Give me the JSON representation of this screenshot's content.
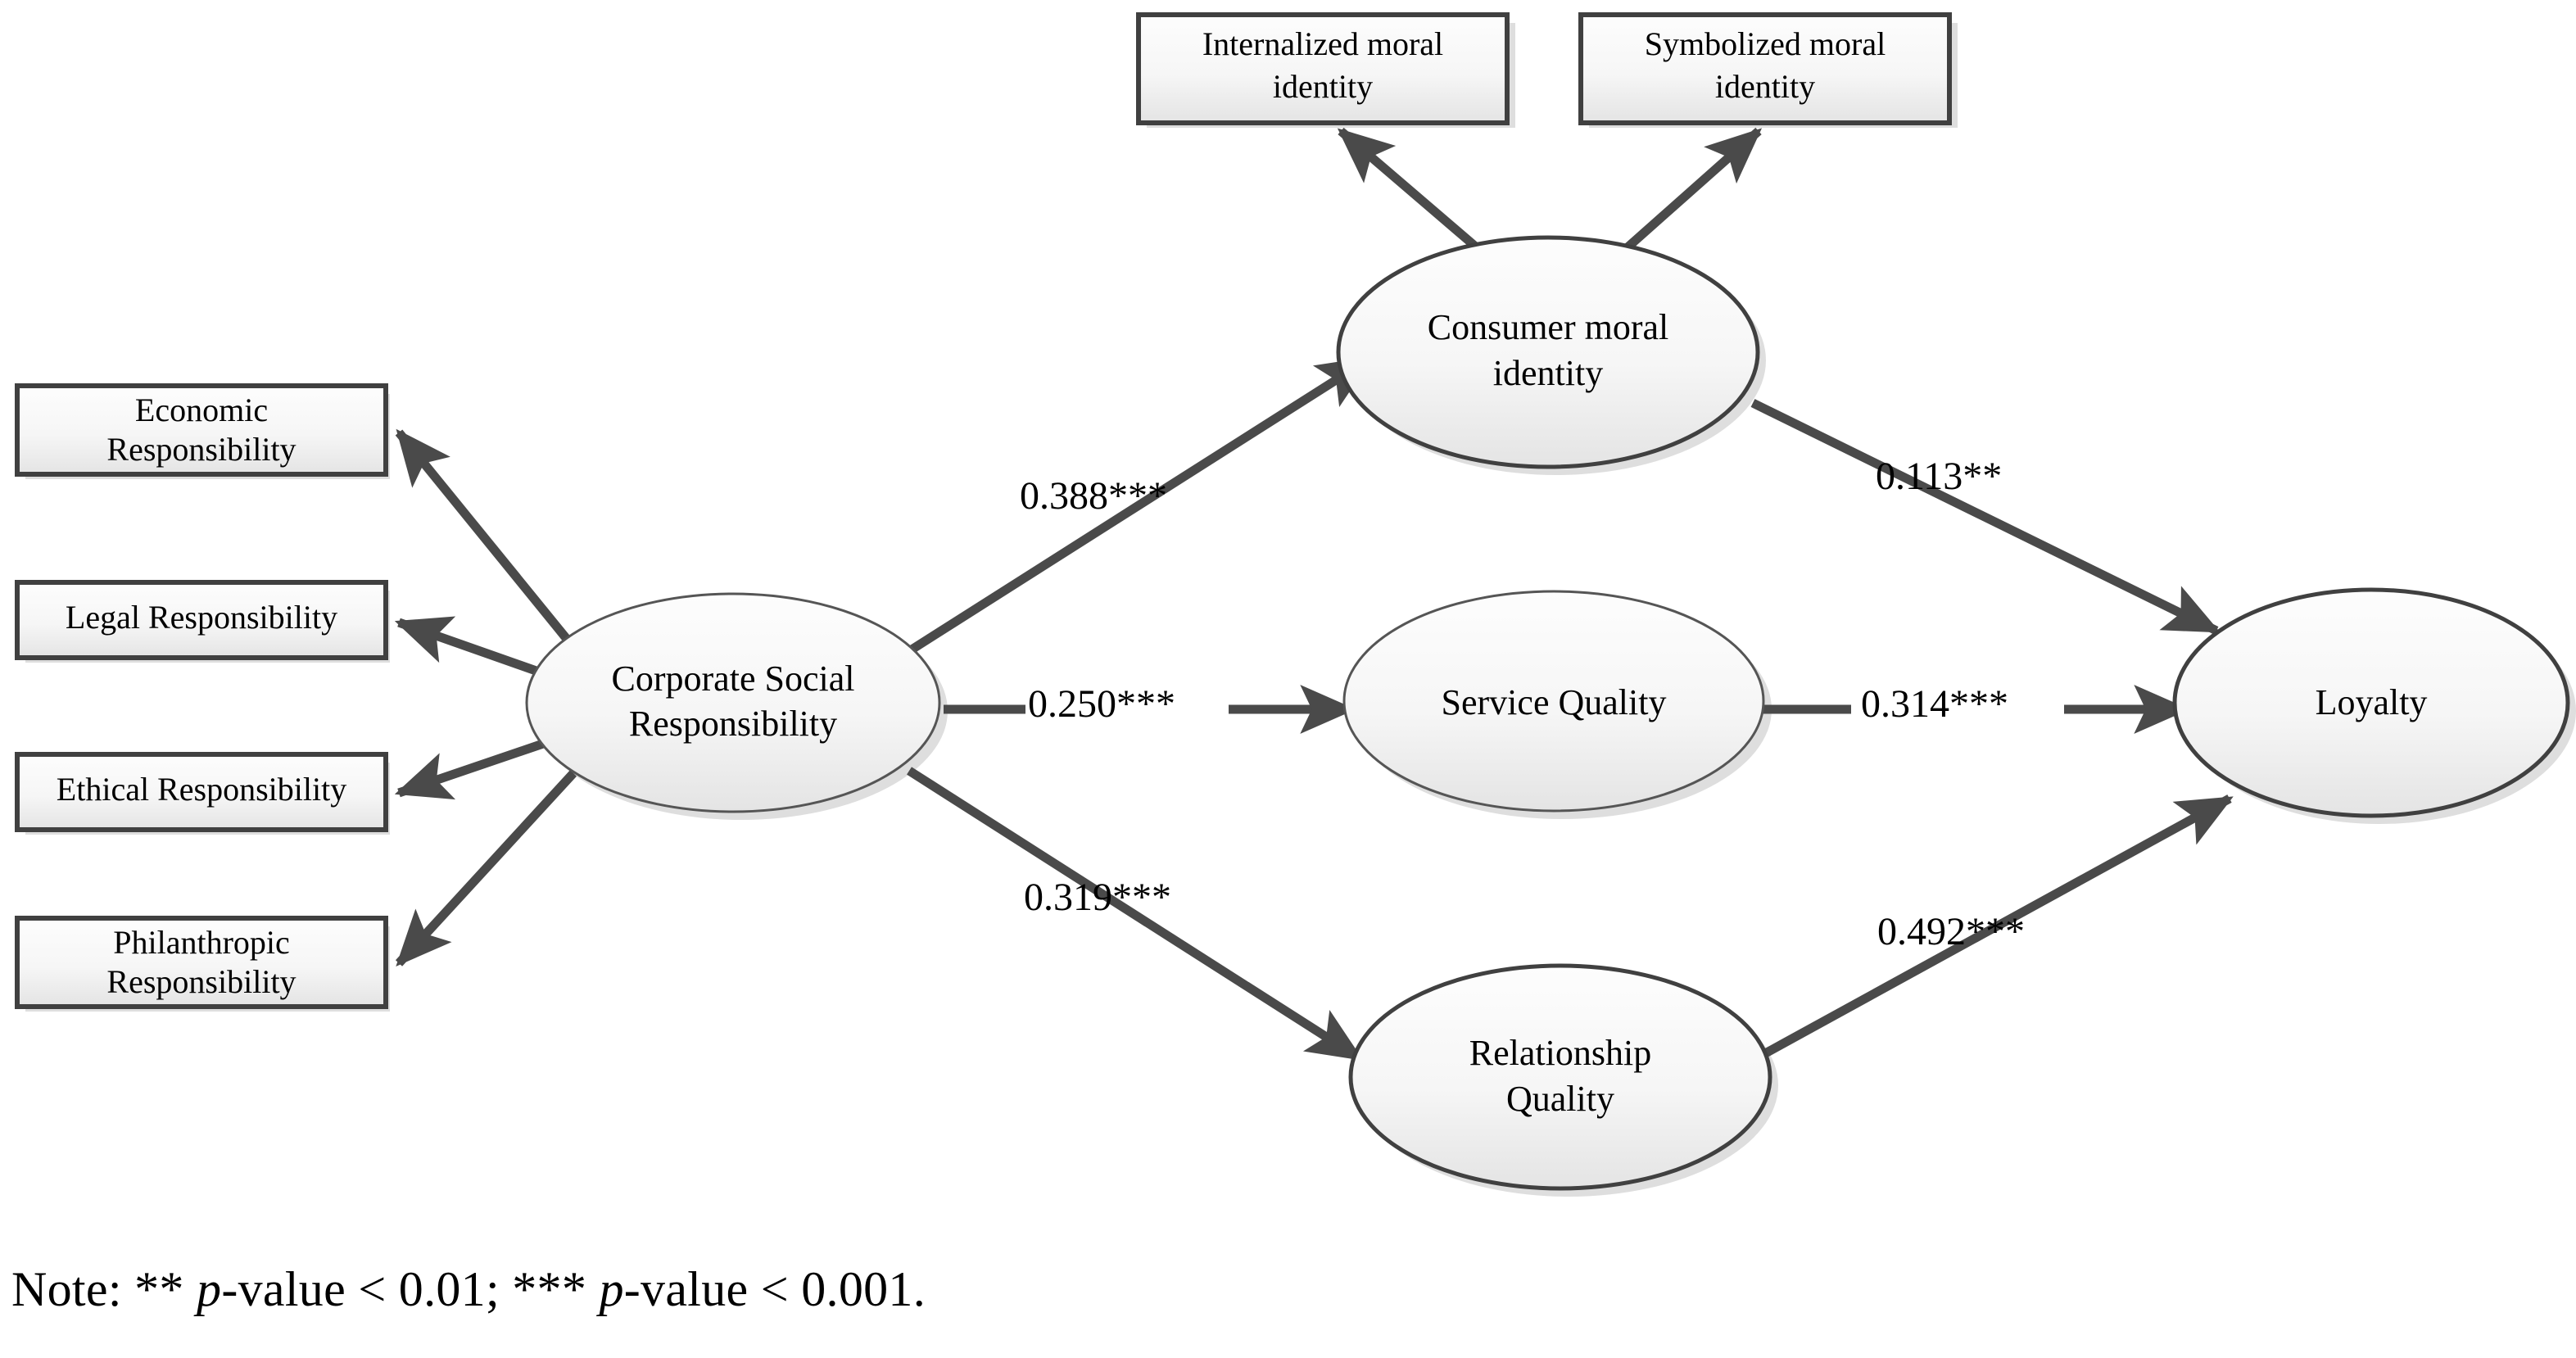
{
  "figure": {
    "type": "path-diagram",
    "domain": "structural-equation-model",
    "background": "#ffffff",
    "colors": {
      "shape_stroke": "#404040",
      "shape_fill_top": "#fcfcfc",
      "shape_fill_bottom": "#e6e6e6",
      "arrow": "#4a4a4a",
      "text": "#000000",
      "shadow": "#dcdcdc"
    }
  },
  "indicators": [
    {
      "id": "econ",
      "label_line1": "Economic",
      "label_line2": "Responsibility"
    },
    {
      "id": "legal",
      "label_line1": "Legal Responsibility",
      "label_line2": ""
    },
    {
      "id": "ethical",
      "label_line1": "Ethical Responsibility",
      "label_line2": ""
    },
    {
      "id": "philanthropic",
      "label_line1": "Philanthropic",
      "label_line2": "Responsibility"
    }
  ],
  "moral_indicators": [
    {
      "id": "internalized",
      "label_line1": "Internalized moral",
      "label_line2": "identity"
    },
    {
      "id": "symbolized",
      "label_line1": "Symbolized moral",
      "label_line2": "identity"
    }
  ],
  "constructs": [
    {
      "id": "csr",
      "label_line1": "Corporate Social",
      "label_line2": "Responsibility"
    },
    {
      "id": "cmi",
      "label_line1": "Consumer moral",
      "label_line2": "identity"
    },
    {
      "id": "sq",
      "label_line1": "Service Quality",
      "label_line2": ""
    },
    {
      "id": "rq",
      "label_line1": "Relationship",
      "label_line2": "Quality"
    },
    {
      "id": "loy",
      "label_line1": "Loyalty",
      "label_line2": ""
    }
  ],
  "paths": [
    {
      "id": "csr-cmi",
      "from": "csr",
      "to": "cmi",
      "coefficient": "0.388",
      "stars": "***",
      "label": "0.388***"
    },
    {
      "id": "csr-sq",
      "from": "csr",
      "to": "sq",
      "coefficient": "0.250",
      "stars": "***",
      "label": "0.250***"
    },
    {
      "id": "csr-rq",
      "from": "csr",
      "to": "rq",
      "coefficient": "0.319",
      "stars": "***",
      "label": "0.319***"
    },
    {
      "id": "cmi-loy",
      "from": "cmi",
      "to": "loy",
      "coefficient": "0.113",
      "stars": "**",
      "label": "0.113**"
    },
    {
      "id": "sq-loy",
      "from": "sq",
      "to": "loy",
      "coefficient": "0.314",
      "stars": "***",
      "label": "0.314***"
    },
    {
      "id": "rq-loy",
      "from": "rq",
      "to": "loy",
      "coefficient": "0.492",
      "stars": "***",
      "label": "0.492***"
    }
  ],
  "measurement_paths": [
    {
      "id": "csr-econ",
      "from": "csr",
      "to": "econ"
    },
    {
      "id": "csr-legal",
      "from": "csr",
      "to": "legal"
    },
    {
      "id": "csr-ethical",
      "from": "csr",
      "to": "ethical"
    },
    {
      "id": "csr-philanthropic",
      "from": "csr",
      "to": "philanthropic"
    },
    {
      "id": "cmi-internalized",
      "from": "cmi",
      "to": "internalized"
    },
    {
      "id": "cmi-symbolized",
      "from": "cmi",
      "to": "symbolized"
    }
  ],
  "note": {
    "prefix": "Note: ** ",
    "italic1": "p",
    "mid": "-value < 0.01; *** ",
    "italic2": "p",
    "suffix": "-value < 0.001."
  }
}
